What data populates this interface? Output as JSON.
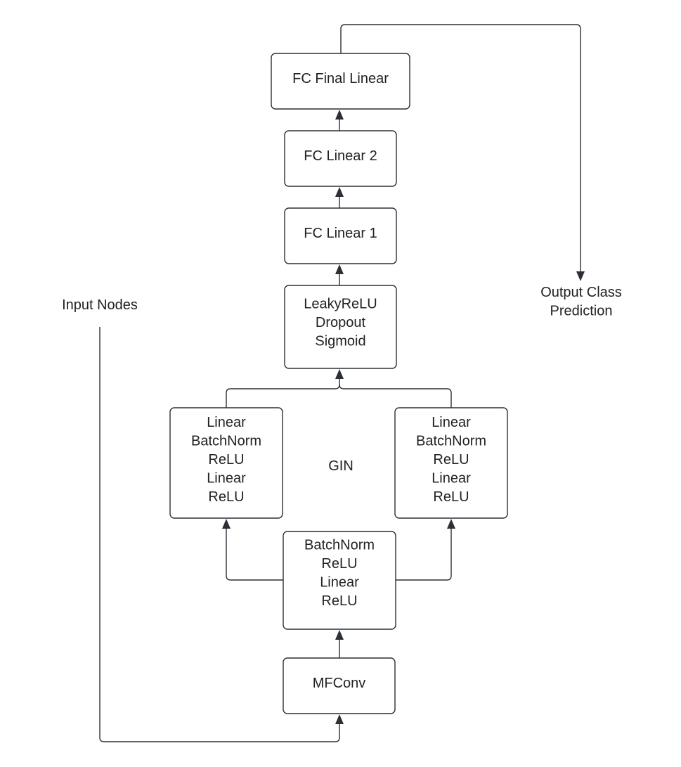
{
  "nodes": {
    "fc_final": {
      "lines": [
        "FC Final Linear"
      ]
    },
    "fc_linear_2": {
      "lines": [
        "FC Linear 2"
      ]
    },
    "fc_linear_1": {
      "lines": [
        "FC Linear 1"
      ]
    },
    "activation_block": {
      "lines": [
        "LeakyReLU",
        "Dropout",
        "Sigmoid"
      ]
    },
    "gin_left_mlp": {
      "lines": [
        "Linear",
        "BatchNorm",
        "ReLU",
        "Linear",
        "ReLU"
      ]
    },
    "gin_right_mlp": {
      "lines": [
        "Linear",
        "BatchNorm",
        "ReLU",
        "Linear",
        "ReLU"
      ]
    },
    "post_conv_block": {
      "lines": [
        "BatchNorm",
        "ReLU",
        "Linear",
        "ReLU"
      ]
    },
    "mfconv": {
      "lines": [
        "MFConv"
      ]
    }
  },
  "labels": {
    "input_nodes": "Input Nodes",
    "gin": "GIN",
    "output_class_prediction": [
      "Output Class",
      "Prediction"
    ]
  }
}
